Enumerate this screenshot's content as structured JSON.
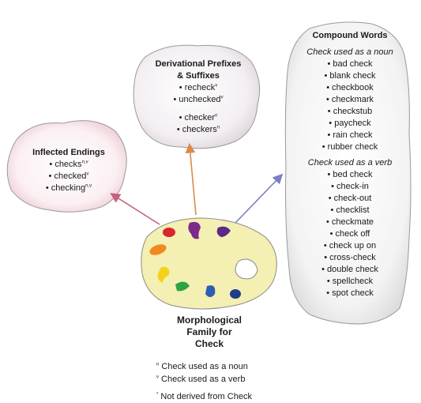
{
  "clouds": {
    "inflected": {
      "title": "Inflected Endings",
      "items": [
        {
          "text": "• checks",
          "mark": "n,v"
        },
        {
          "text": "• checked",
          "mark": "v"
        },
        {
          "text": "• checking",
          "mark": "n,v"
        }
      ]
    },
    "derivational": {
      "title_line1": "Derivational Prefixes",
      "title_line2": "& Suffixes",
      "items": [
        {
          "text": "• recheck",
          "mark": "v"
        },
        {
          "text": "• unchecked",
          "mark": "v"
        },
        {
          "text": "• checker",
          "mark": "n"
        },
        {
          "text": "• checkers",
          "mark": "n"
        }
      ]
    },
    "compound": {
      "title": "Compound Words",
      "noun_heading": "Check used as a noun",
      "noun_items": [
        "• bad check",
        "• blank check",
        "• checkbook",
        "• checkmark",
        "• checkstub",
        "• paycheck",
        "• rain check",
        "• rubber check"
      ],
      "verb_heading": "Check used as a verb",
      "verb_items": [
        "• bed check",
        "• check-in",
        "• check-out",
        "• checklist",
        "• checkmate",
        "• check off",
        "• check up on",
        "• cross-check",
        "• double check",
        "• spellcheck",
        "• spot check"
      ]
    }
  },
  "center": {
    "title_line1": "Morphological",
    "title_line2": "Family for",
    "title_line3": "Check"
  },
  "legend": {
    "noun": {
      "mark": "n",
      "text": " Check used as a noun"
    },
    "verb": {
      "mark": "v",
      "text": " Check used as a verb"
    },
    "not_derived": {
      "mark": "*",
      "text": " Not derived from Check"
    }
  },
  "colors": {
    "arrow_red": "#c9607a",
    "arrow_orange": "#d98b4a",
    "arrow_blue": "#7c7fc0",
    "palette_fill": "#f4efb2",
    "cloud_pink": "#f8e7ec",
    "cloud_lavender": "#ecebf2"
  }
}
